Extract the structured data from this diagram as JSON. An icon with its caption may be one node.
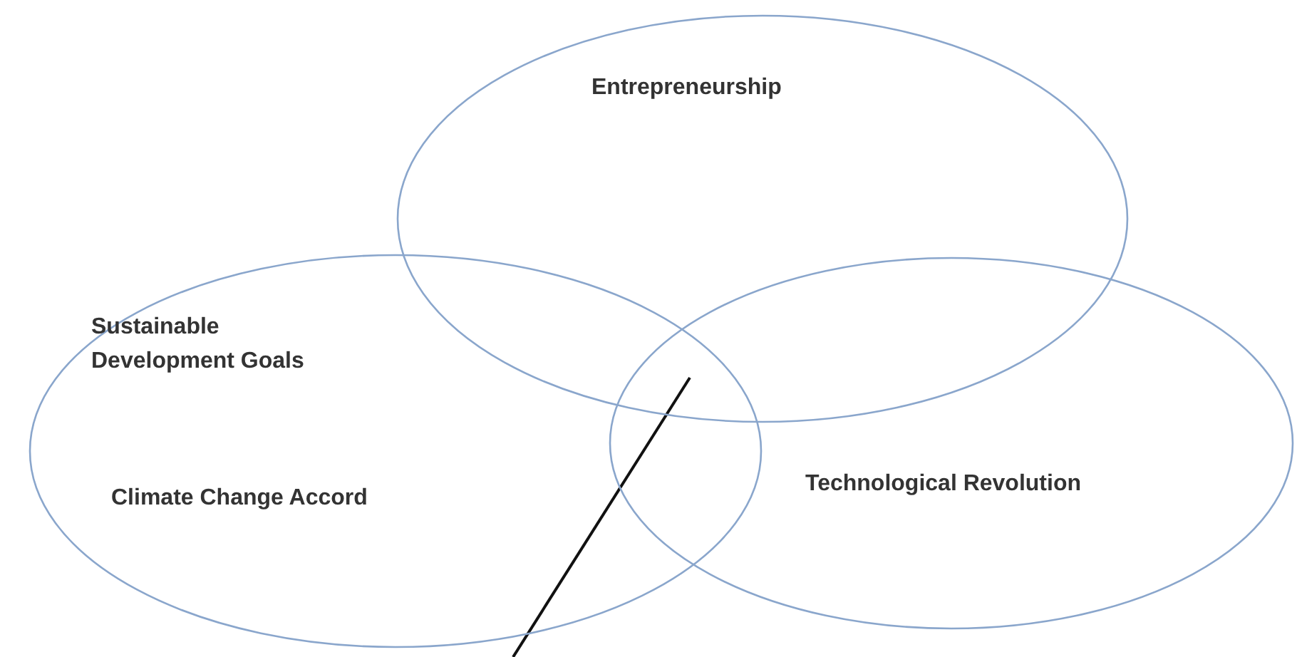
{
  "diagram": {
    "nodes": [
      {
        "text": [
          "Sustainable Development Goals",
          "Climate Change Accord"
        ]
      },
      {
        "text": [
          "Entrepreneurship"
        ]
      },
      {
        "text": [
          "Technological Revolution"
        ]
      }
    ],
    "edges": [
      {
        "from": null,
        "to": 1,
        "arrow": "none"
      }
    ]
  }
}
